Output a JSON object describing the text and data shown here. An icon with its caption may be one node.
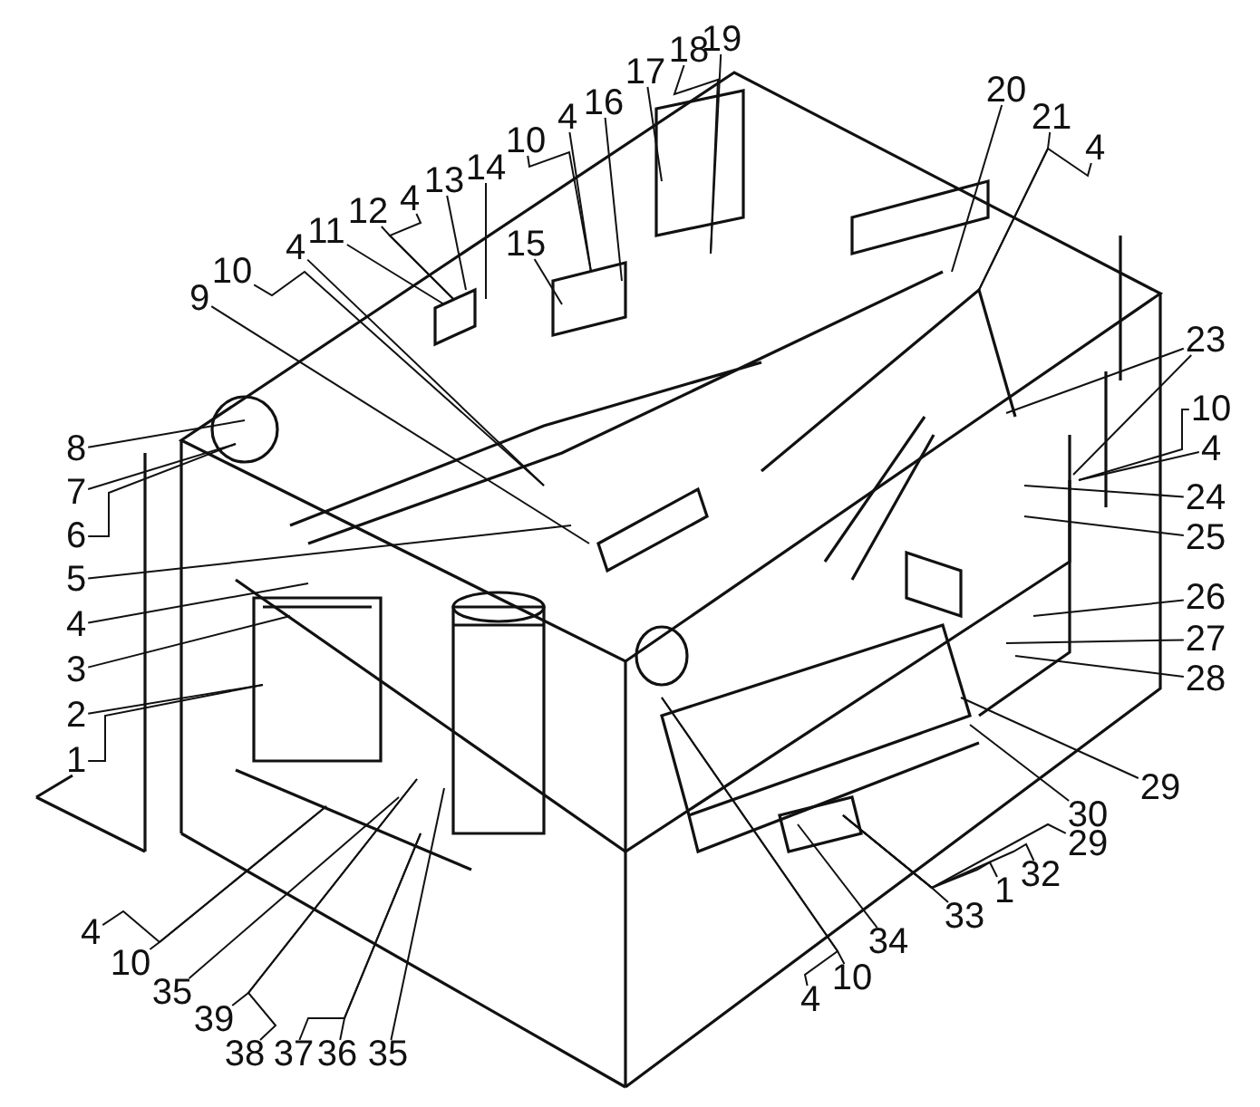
{
  "diagram": {
    "nodes": [
      {
        "text": [
          "9"
        ]
      },
      {
        "text": [
          "10"
        ]
      },
      {
        "text": [
          "4"
        ]
      },
      {
        "text": [
          "11"
        ]
      },
      {
        "text": [
          "12"
        ]
      },
      {
        "text": [
          "4"
        ]
      },
      {
        "text": [
          "13"
        ]
      },
      {
        "text": [
          "14"
        ]
      },
      {
        "text": [
          "10"
        ]
      },
      {
        "text": [
          "4"
        ]
      },
      {
        "text": [
          "16"
        ]
      },
      {
        "text": [
          "15"
        ]
      },
      {
        "text": [
          "17"
        ]
      },
      {
        "text": [
          "18"
        ]
      },
      {
        "text": [
          "19"
        ]
      },
      {
        "text": [
          "20"
        ]
      },
      {
        "text": [
          "21"
        ]
      },
      {
        "text": [
          "4"
        ]
      },
      {
        "text": [
          "8"
        ]
      },
      {
        "text": [
          "7"
        ]
      },
      {
        "text": [
          "6"
        ]
      },
      {
        "text": [
          "5"
        ]
      },
      {
        "text": [
          "4"
        ]
      },
      {
        "text": [
          "3"
        ]
      },
      {
        "text": [
          "2"
        ]
      },
      {
        "text": [
          "1"
        ]
      },
      {
        "text": [
          "23"
        ]
      },
      {
        "text": [
          "10"
        ]
      },
      {
        "text": [
          "4"
        ]
      },
      {
        "text": [
          "24"
        ]
      },
      {
        "text": [
          "25"
        ]
      },
      {
        "text": [
          "26"
        ]
      },
      {
        "text": [
          "27"
        ]
      },
      {
        "text": [
          "28"
        ]
      },
      {
        "text": [
          "29"
        ]
      },
      {
        "text": [
          "30"
        ]
      },
      {
        "text": [
          "29"
        ]
      },
      {
        "text": [
          "32"
        ]
      },
      {
        "text": [
          "1"
        ]
      },
      {
        "text": [
          "33"
        ]
      },
      {
        "text": [
          "34"
        ]
      },
      {
        "text": [
          "10"
        ]
      },
      {
        "text": [
          "4"
        ]
      },
      {
        "text": [
          "4"
        ]
      },
      {
        "text": [
          "10"
        ]
      },
      {
        "text": [
          "35"
        ]
      },
      {
        "text": [
          "39"
        ]
      },
      {
        "text": [
          "38"
        ]
      },
      {
        "text": [
          "37"
        ]
      },
      {
        "text": [
          "36"
        ]
      },
      {
        "text": [
          "35"
        ]
      }
    ],
    "edges": [
      {
        "from": 0,
        "to": null,
        "arrow": "none"
      },
      {
        "from": 1,
        "to": null,
        "arrow": "none"
      },
      {
        "from": 2,
        "to": null,
        "arrow": "none"
      },
      {
        "from": 3,
        "to": null,
        "arrow": "none"
      },
      {
        "from": 4,
        "to": null,
        "arrow": "none"
      },
      {
        "from": 5,
        "to": null,
        "arrow": "none"
      },
      {
        "from": 6,
        "to": null,
        "arrow": "none"
      },
      {
        "from": 7,
        "to": null,
        "arrow": "none"
      },
      {
        "from": 8,
        "to": null,
        "arrow": "none"
      },
      {
        "from": 9,
        "to": null,
        "arrow": "none"
      },
      {
        "from": 10,
        "to": null,
        "arrow": "none"
      },
      {
        "from": 11,
        "to": null,
        "arrow": "none"
      },
      {
        "from": 12,
        "to": null,
        "arrow": "none"
      },
      {
        "from": 13,
        "to": null,
        "arrow": "none"
      },
      {
        "from": 14,
        "to": null,
        "arrow": "none"
      },
      {
        "from": 15,
        "to": null,
        "arrow": "none"
      },
      {
        "from": 16,
        "to": null,
        "arrow": "none"
      },
      {
        "from": 17,
        "to": null,
        "arrow": "none"
      },
      {
        "from": 18,
        "to": null,
        "arrow": "none"
      },
      {
        "from": 19,
        "to": null,
        "arrow": "none"
      },
      {
        "from": 20,
        "to": null,
        "arrow": "none"
      },
      {
        "from": 21,
        "to": null,
        "arrow": "none"
      },
      {
        "from": 22,
        "to": null,
        "arrow": "none"
      },
      {
        "from": 23,
        "to": null,
        "arrow": "none"
      },
      {
        "from": 24,
        "to": null,
        "arrow": "none"
      },
      {
        "from": 25,
        "to": null,
        "arrow": "none"
      },
      {
        "from": 26,
        "to": null,
        "arrow": "none"
      },
      {
        "from": 27,
        "to": null,
        "arrow": "none"
      },
      {
        "from": 28,
        "to": null,
        "arrow": "none"
      },
      {
        "from": 29,
        "to": null,
        "arrow": "none"
      },
      {
        "from": 30,
        "to": null,
        "arrow": "none"
      },
      {
        "from": 31,
        "to": null,
        "arrow": "none"
      },
      {
        "from": 32,
        "to": null,
        "arrow": "none"
      },
      {
        "from": 33,
        "to": null,
        "arrow": "none"
      },
      {
        "from": 34,
        "to": null,
        "arrow": "none"
      },
      {
        "from": 35,
        "to": null,
        "arrow": "none"
      },
      {
        "from": 36,
        "to": null,
        "arrow": "none"
      },
      {
        "from": 37,
        "to": null,
        "arrow": "none"
      },
      {
        "from": 38,
        "to": null,
        "arrow": "none"
      },
      {
        "from": 39,
        "to": null,
        "arrow": "none"
      },
      {
        "from": 40,
        "to": null,
        "arrow": "none"
      },
      {
        "from": 41,
        "to": null,
        "arrow": "none"
      },
      {
        "from": 42,
        "to": null,
        "arrow": "none"
      },
      {
        "from": 43,
        "to": null,
        "arrow": "none"
      },
      {
        "from": 44,
        "to": null,
        "arrow": "none"
      },
      {
        "from": 45,
        "to": null,
        "arrow": "none"
      },
      {
        "from": 46,
        "to": null,
        "arrow": "none"
      },
      {
        "from": 47,
        "to": null,
        "arrow": "none"
      },
      {
        "from": 48,
        "to": null,
        "arrow": "none"
      },
      {
        "from": 49,
        "to": null,
        "arrow": "none"
      },
      {
        "from": 50,
        "to": null,
        "arrow": "none"
      },
      {
        "from": 26,
        "to": null,
        "arrow": "none"
      }
    ]
  }
}
